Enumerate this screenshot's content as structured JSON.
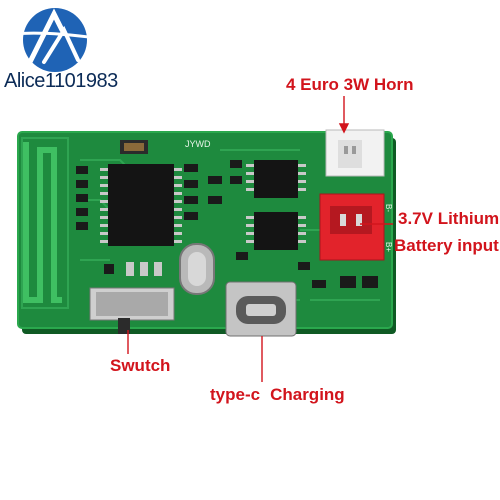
{
  "brand": {
    "name": "Alice1101983",
    "logo_color": "#1f63b5",
    "icon": "circle-a-logo-icon"
  },
  "labels": {
    "horn": "4 Euro 3W Horn",
    "battery_line1": "3.7V Lithium",
    "battery_line2": "Battery input",
    "switch": "Swutch",
    "typec_word": "type-c",
    "charging_word": "Charging"
  },
  "board": {
    "pcb_color": "#1e8a3e",
    "silkscreen": "JYWD",
    "connector_pins": [
      "B-",
      "B+"
    ]
  },
  "colors": {
    "callout": "#d2141c",
    "battery_connector": "#e2232b"
  }
}
